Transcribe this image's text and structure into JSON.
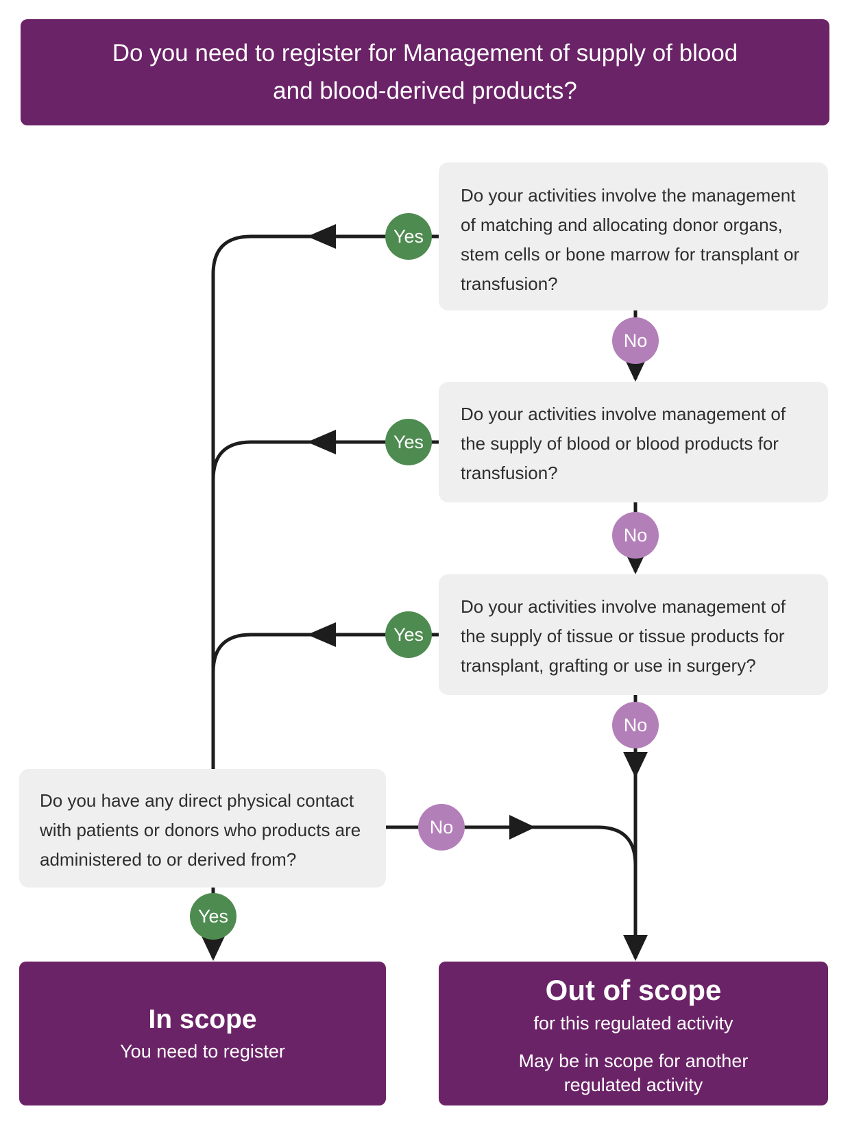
{
  "header": {
    "title": "Do you need to register for Management of supply of blood and blood-derived products?"
  },
  "questions": [
    {
      "text": "Do your activities involve the management of matching and allocating donor organs, stem cells or bone marrow for transplant or transfusion?"
    },
    {
      "text": "Do your activities involve management of the supply of blood or blood products for transfusion?"
    },
    {
      "text": "Do your activities involve management of the supply of tissue or tissue products for transplant, grafting or use in surgery?"
    },
    {
      "text": "Do you have any direct physical contact with patients or donors who products are administered to or derived from?"
    }
  ],
  "labels": {
    "yes": "Yes",
    "no": "No"
  },
  "outcomes": {
    "in_scope": {
      "title": "In scope",
      "subtitle": "You need to register"
    },
    "out_of_scope": {
      "title": "Out of scope",
      "subtitle": "for this regulated activity",
      "note": "May be in scope for another regulated activity"
    }
  },
  "colors": {
    "purple": "#6b2367",
    "green": "#4e8b50",
    "lavender": "#b37fb8",
    "box_gray": "#efefef",
    "line": "#1d1d1d"
  }
}
